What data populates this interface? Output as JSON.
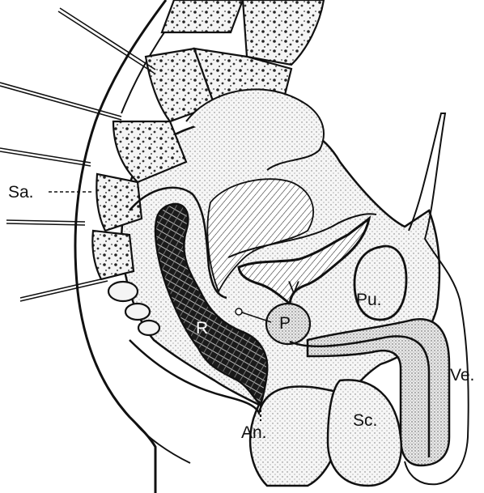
{
  "figure": {
    "labels": {
      "sacrum": "Sa.",
      "rectum": "R",
      "bladder": "V",
      "prostate": "P",
      "pubis": "Pu.",
      "penis": "Ve.",
      "scrotum": "Sc.",
      "anus": "An."
    }
  },
  "colors": {
    "ink": "#111111",
    "stipple_fill": "#e6e6e6",
    "bone_fill": "#f2f2f2",
    "background": "#ffffff"
  }
}
